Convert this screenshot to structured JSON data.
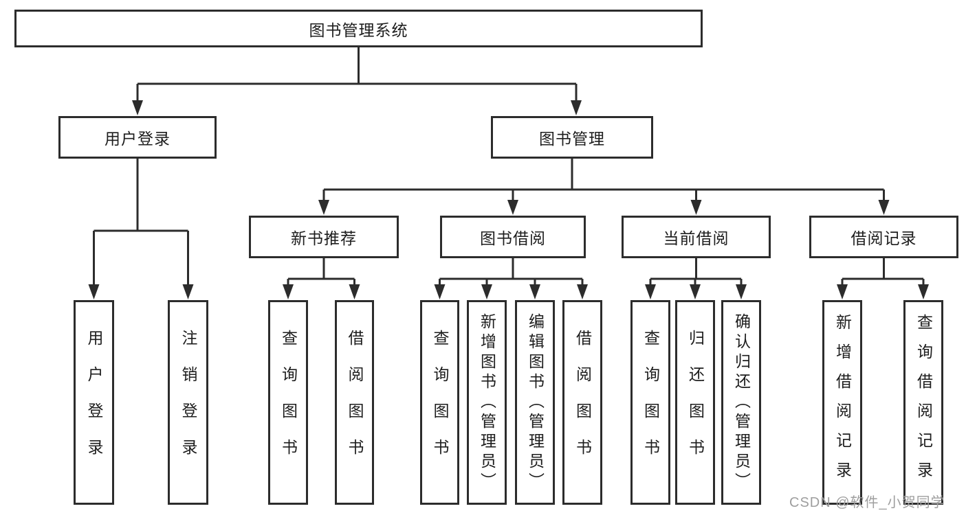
{
  "diagram": {
    "root": {
      "label": "图书管理系统"
    },
    "level2": [
      {
        "label": "用户登录"
      },
      {
        "label": "图书管理"
      }
    ],
    "level3": [
      {
        "label": "新书推荐"
      },
      {
        "label": "图书借阅"
      },
      {
        "label": "当前借阅"
      },
      {
        "label": "借阅记录"
      }
    ],
    "level4": {
      "user_login": [
        {
          "label": "用户登录"
        },
        {
          "label": "注销登录"
        }
      ],
      "new_book_rec": [
        {
          "label": "查询图书"
        },
        {
          "label": "借阅图书"
        }
      ],
      "book_borrow": [
        {
          "label": "查询图书"
        },
        {
          "label": "新增图书（管理员）"
        },
        {
          "label": "编辑图书（管理员）"
        },
        {
          "label": "借阅图书"
        }
      ],
      "current_borrow": [
        {
          "label": "查询图书"
        },
        {
          "label": "归还图书"
        },
        {
          "label": "确认归还（管理员）"
        }
      ],
      "borrow_record": [
        {
          "label": "新增借阅记录"
        },
        {
          "label": "查询借阅记录"
        }
      ]
    }
  },
  "watermark": {
    "text": "CSDN @软件_小贺同学",
    "color": "#9e9e9e"
  },
  "colors": {
    "line": "#2c2c2c",
    "box_border": "#2c2c2c",
    "text": "#1d1d1d",
    "background": "#ffffff"
  }
}
